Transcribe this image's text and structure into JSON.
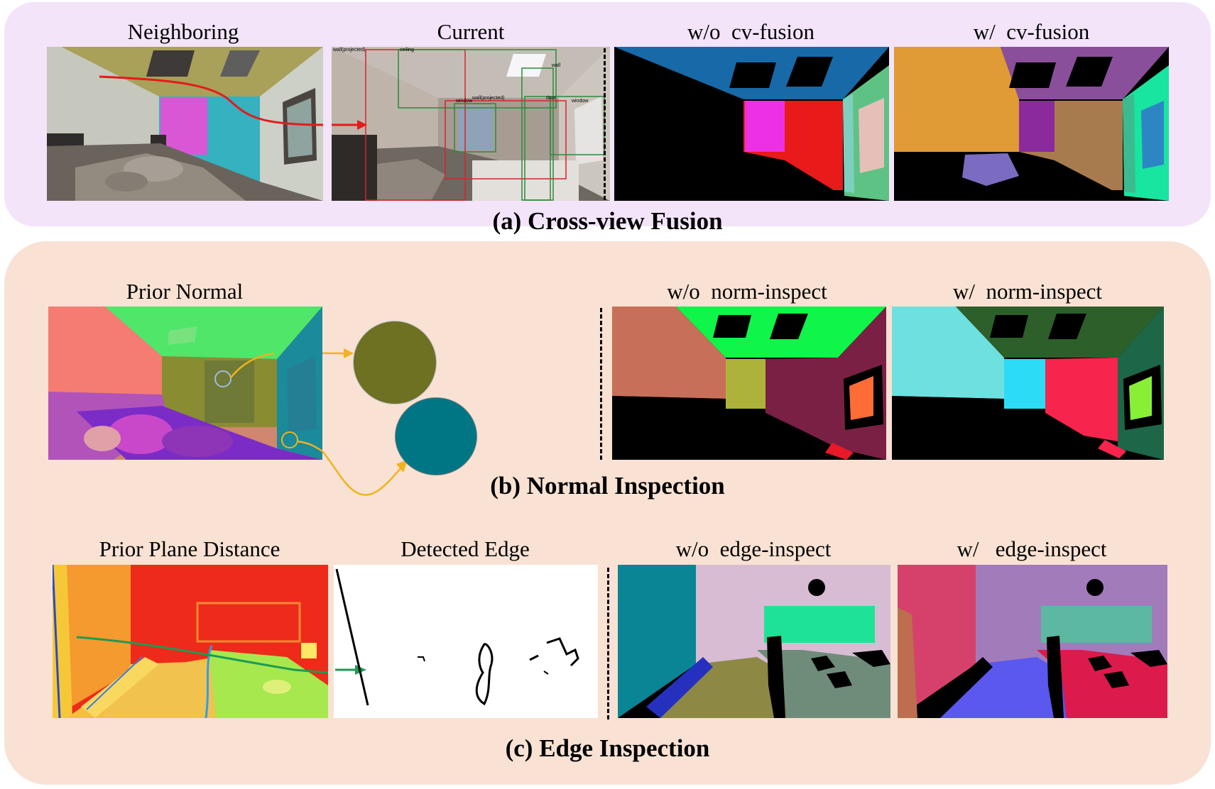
{
  "section_a": {
    "caption": "(a) Cross-view Fusion",
    "labels": {
      "neighboring": "Neighboring",
      "current": "Current",
      "without": "w/o  cv-fusion",
      "with": "w/  cv-fusion"
    },
    "box_labels": [
      "wall(projected)",
      "ceiling",
      "wall",
      "window",
      "wall(projected)",
      "door",
      "window"
    ]
  },
  "section_b": {
    "caption": "(b) Normal Inspection",
    "labels": {
      "prior": "Prior Normal",
      "without": "w/o  norm-inspect",
      "with": "w/  norm-inspect"
    }
  },
  "section_c": {
    "caption": "(c) Edge Inspection",
    "labels": {
      "prior": "Prior Plane Distance",
      "edge": "Detected Edge",
      "without": "w/o  edge-inspect",
      "with": "w/   edge-inspect"
    }
  },
  "colors": {
    "panel_a": "#f3e4f9",
    "panel_bc": "#f9e2d3",
    "arrow_red": "#e31b1b",
    "arrow_yellow": "#f2b21c",
    "arrow_green": "#1e9a52",
    "circle_olive": "#6e7022",
    "circle_teal": "#007684"
  }
}
